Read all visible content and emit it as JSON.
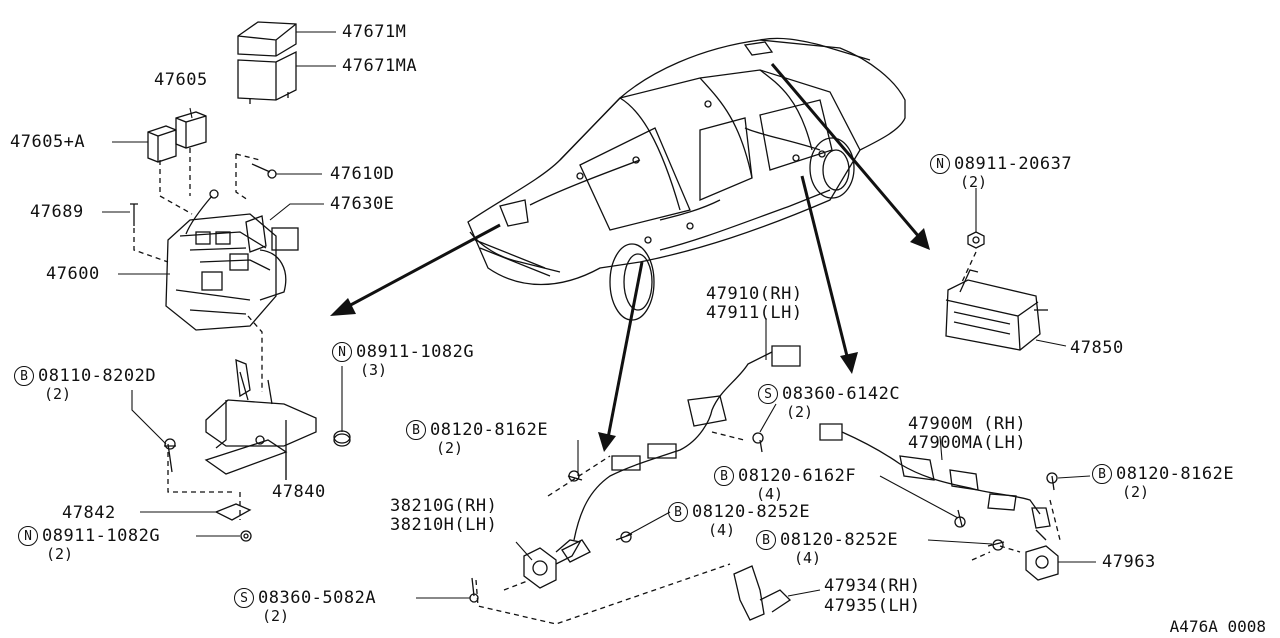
{
  "diagram": {
    "code": "A476A 0008",
    "parts": {
      "p47671M": "47671M",
      "p47671MA": "47671MA",
      "p47605": "47605",
      "p47605A": "47605+A",
      "p47610D": "47610D",
      "p47689": "47689",
      "p47630E": "47630E",
      "p47600": "47600",
      "n08911_1082G_top": "08911-1082G",
      "n08911_1082G_top_qty": "(3)",
      "b08110_8202D": "08110-8202D",
      "b08110_8202D_qty": "(2)",
      "p47840": "47840",
      "p47842": "47842",
      "n08911_1082G_bot": "08911-1082G",
      "n08911_1082G_bot_qty": "(2)",
      "s08360_5082A": "08360-5082A",
      "s08360_5082A_qty": "(2)",
      "p47910": "47910(RH)",
      "p47911": "47911(LH)",
      "b08120_8162E_left": "08120-8162E",
      "b08120_8162E_left_qty": "(2)",
      "p38210G": "38210G(RH)",
      "p38210H": "38210H(LH)",
      "b08120_8252E_a": "08120-8252E",
      "b08120_8252E_a_qty": "(4)",
      "s08360_6142C": "08360-6142C",
      "s08360_6142C_qty": "(2)",
      "p47900M": "47900M  (RH)",
      "p47900MA": "47900MA(LH)",
      "b08120_6162F": "08120-6162F",
      "b08120_6162F_qty": "(4)",
      "b08120_8252E_b": "08120-8252E",
      "b08120_8252E_b_qty": "(4)",
      "b08120_8162E_right": "08120-8162E",
      "b08120_8162E_right_qty": "(2)",
      "p47963": "47963",
      "p47934": "47934(RH)",
      "p47935": "47935(LH)",
      "n08911_20637": "08911-20637",
      "n08911_20637_qty": "(2)",
      "p47850": "47850"
    },
    "prefix": {
      "n": "N",
      "b": "B",
      "s": "S"
    }
  }
}
